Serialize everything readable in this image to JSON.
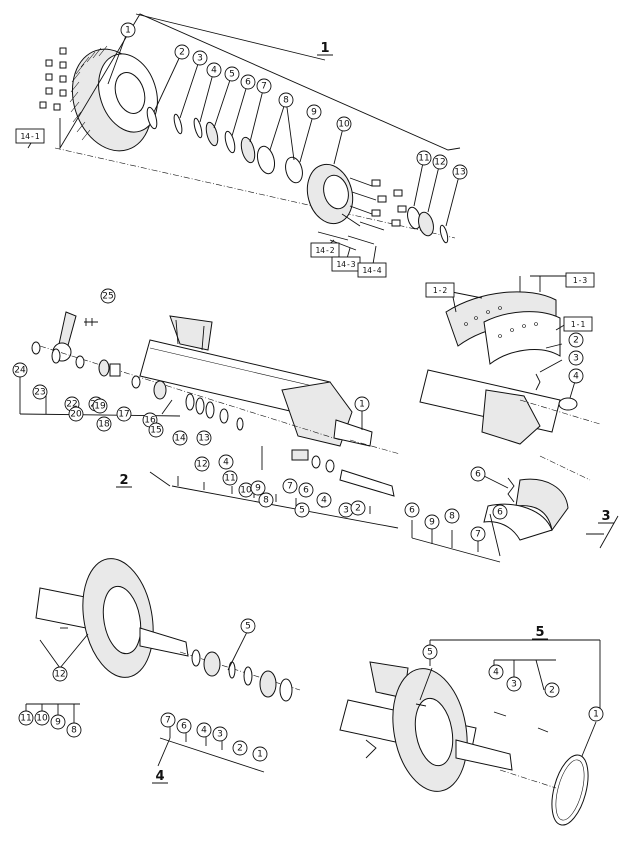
{
  "groups": [
    {
      "label": "1",
      "callouts": [
        "1",
        "2",
        "3",
        "4",
        "5",
        "6",
        "7",
        "8",
        "9",
        "10",
        "11",
        "12",
        "13"
      ],
      "boxes": [
        "14-1",
        "14-2",
        "14-3",
        "14-4"
      ]
    },
    {
      "label": "2",
      "callouts": [
        "25",
        "24",
        "23",
        "22",
        "21",
        "20",
        "19",
        "18",
        "17",
        "16",
        "15",
        "14",
        "13",
        "12",
        "4",
        "11",
        "10",
        "9",
        "8",
        "7",
        "6",
        "5",
        "4",
        "3",
        "2",
        "1"
      ]
    },
    {
      "label": "3",
      "callouts": [
        "2",
        "3",
        "4",
        "6",
        "6",
        "9",
        "8",
        "7",
        "6"
      ],
      "boxes": [
        "1-2",
        "1-3",
        "1-1"
      ]
    },
    {
      "label": "4",
      "callouts": [
        "5",
        "12",
        "11",
        "10",
        "9",
        "8",
        "7",
        "6",
        "4",
        "3",
        "2",
        "1"
      ]
    },
    {
      "label": "5",
      "callouts": [
        "5",
        "4",
        "3",
        "2",
        "1"
      ]
    }
  ]
}
